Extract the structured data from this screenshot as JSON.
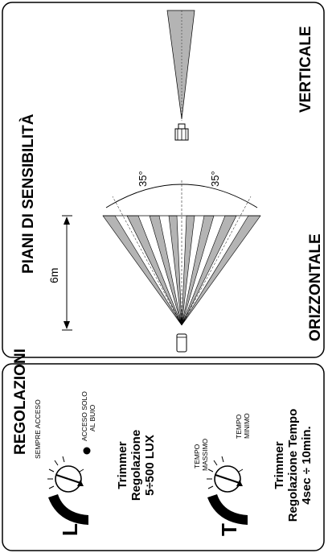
{
  "sensitivity": {
    "title": "PIANI DI SENSIBILITÀ",
    "vertical_label": "VERTICALE",
    "horizontal_label": "ORIZZONTALE",
    "angle_left": "35°",
    "angle_right": "35°",
    "distance": "6m"
  },
  "regolazioni": {
    "title": "REGOLAZIONI",
    "lux": {
      "letter": "L",
      "always_on": "SEMPRE ACCESO",
      "dark_only_line1": "ACCESO SOLO",
      "dark_only_line2": "AL BUIO",
      "line1": "Trimmer",
      "line2": "Regolazione",
      "line3": "5÷500 LUX"
    },
    "time": {
      "letter": "T",
      "max_line1": "TEMPO",
      "max_line2": "MASSIMO",
      "min_line1": "TEMPO",
      "min_line2": "MINIMO",
      "line1": "Trimmer",
      "line2": "Regolazione Tempo",
      "line3": "4sec ÷ 10min."
    }
  },
  "colors": {
    "beam": "#b4b4b4",
    "ink": "#000000"
  }
}
